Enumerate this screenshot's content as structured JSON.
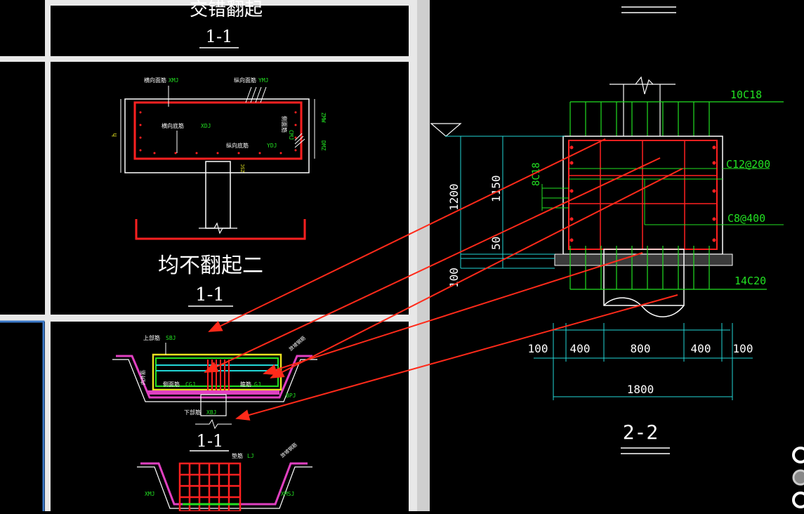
{
  "left_panel": {
    "top_title": "交错翻起",
    "top_section": "1-1",
    "middle_title": "均不翻起二",
    "middle_section": "1-1",
    "bottom_section": "1-1",
    "mid_labels": {
      "transverse_top": "横向面筋",
      "transverse_top_code": "XMJ",
      "longitudinal_top": "纵向面筋",
      "longitudinal_top_code": "YMJ",
      "transverse_bottom": "横向底筋",
      "transverse_bottom_code": "XDJ",
      "longitudinal_bottom": "纵向底筋",
      "longitudinal_bottom_code": "YDJ",
      "side_rebar": "侧面筋",
      "side_rebar_code": "CMJ",
      "dim_top": "ZMW",
      "dim_bottom": "DMZ",
      "dim_left": "h",
      "pile_dim": "ZSC"
    },
    "low_labels": {
      "upper_bar": "上部筋",
      "upper_bar_code": "SBJ",
      "side_label": "侧面筋",
      "side_code": "CGJ",
      "stirrup": "箍筋",
      "stirrup_code": "GJ",
      "lower_bar": "下部筋",
      "lower_bar_code": "XBJ",
      "left_dim": "内外筋",
      "slope_note": "放坡钢筋",
      "bpj": "BPJ"
    },
    "bottom_labels": {
      "cap_bar": "垫筋",
      "cap_bar_code": "LJ",
      "left_code": "XMJ",
      "right_code": "XMSJ",
      "slope_note": "放坡钢筋"
    }
  },
  "right_panel": {
    "bar_top": "10C18",
    "bar_mid": "C12@200",
    "bar_low": "C8@400",
    "bar_bottom": "14C20",
    "side_bar": "8C18",
    "dims_vertical": [
      "1200",
      "1150",
      "50",
      "100"
    ],
    "dims_horizontal": [
      "100",
      "400",
      "800",
      "400",
      "100"
    ],
    "total_width": "1800",
    "section_label": "2-2"
  },
  "colors": {
    "background": "#000000",
    "drawing_white": "#ffffff",
    "rebar_red": "#ff2020",
    "rebar_green": "#22e022",
    "dim_cyan": "#22d6d6",
    "pink": "#e040c0",
    "yellow": "#e8e020",
    "arrow_red": "#ff2a1a",
    "panel_gray": "#d9d9d9",
    "viewport_blue": "#3a78c8"
  }
}
